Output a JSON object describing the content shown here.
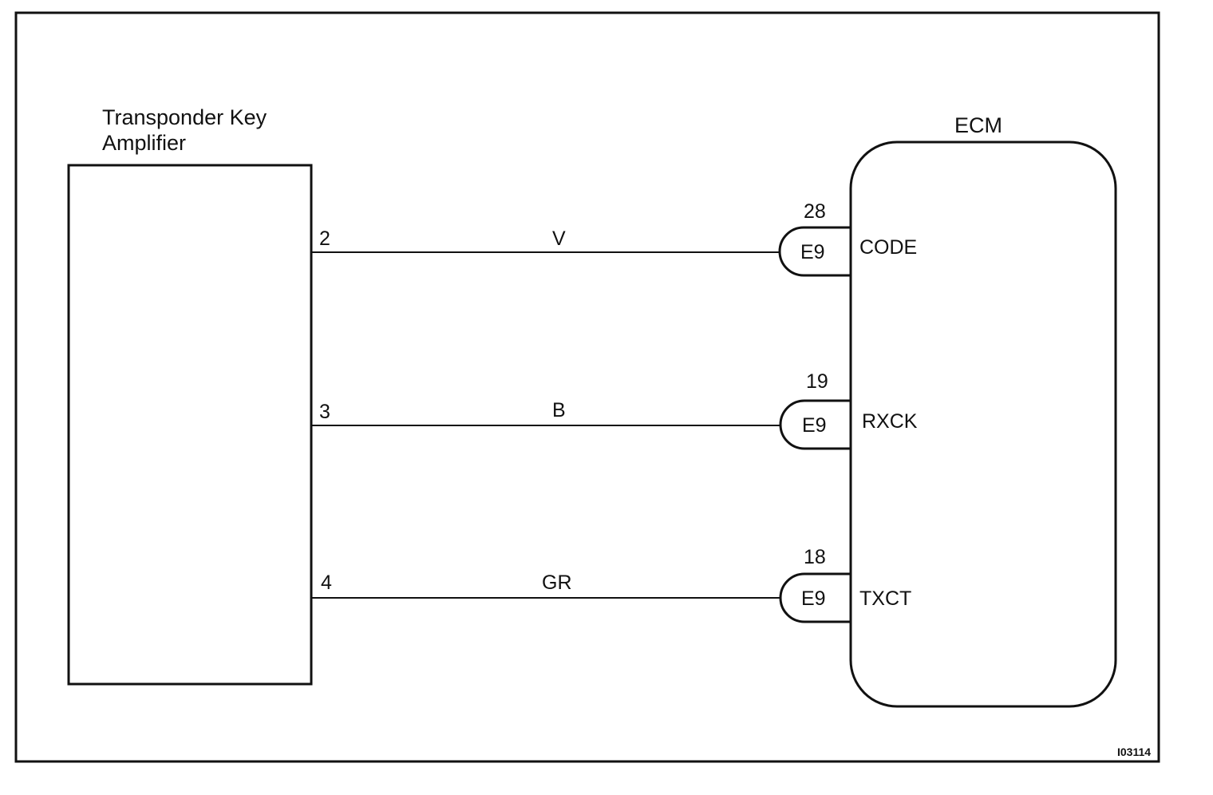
{
  "amplifier": {
    "name_line1": "Transponder Key",
    "name_line2": "Amplifier"
  },
  "ecm": {
    "name": "ECM"
  },
  "wires": [
    {
      "amp_pin": "2",
      "color": "V",
      "ecm_pin": "28",
      "connector": "E9",
      "signal": "CODE"
    },
    {
      "amp_pin": "3",
      "color": "B",
      "ecm_pin": "19",
      "connector": "E9",
      "signal": "RXCK"
    },
    {
      "amp_pin": "4",
      "color": "GR",
      "ecm_pin": "18",
      "connector": "E9",
      "signal": "TXCT"
    }
  ],
  "figure_id": "I03114"
}
